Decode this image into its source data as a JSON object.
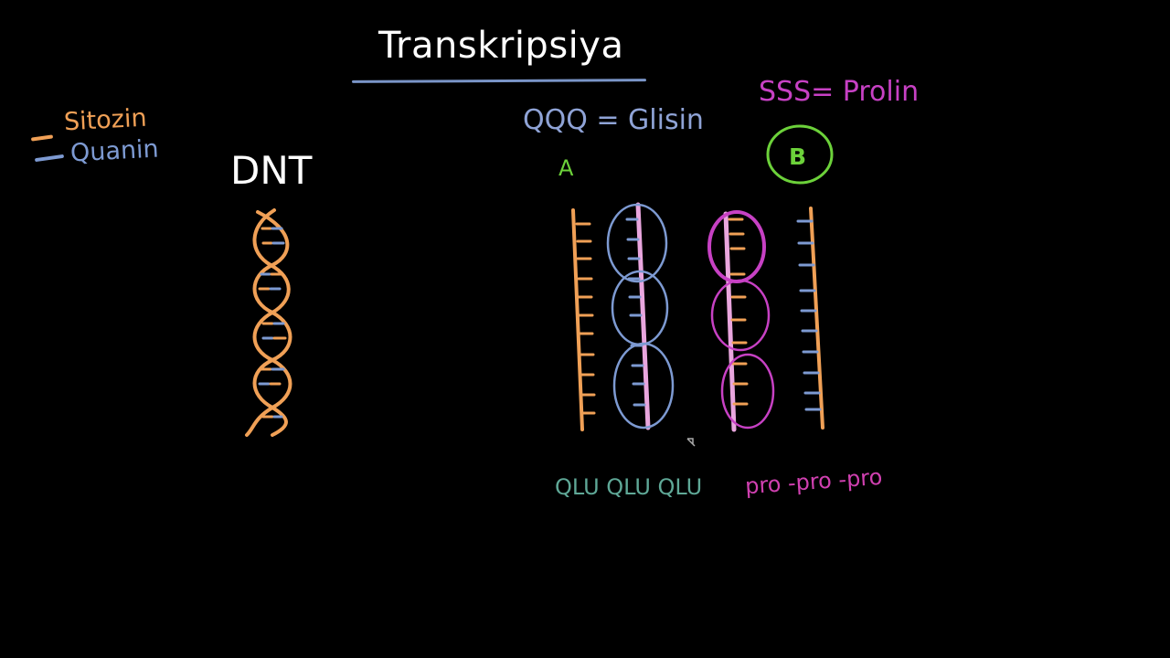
{
  "title": "Transkripsiya",
  "legend": {
    "cytosine": "Sitozin",
    "guanine": "Quanin"
  },
  "dna_label": "DNT",
  "codon_glycine": "QQQ = Glisin",
  "codon_proline": "SSS= Prolin",
  "label_a": "A",
  "label_b": "B",
  "glycine_chain": "QLU QLU QLU",
  "proline_chain": "pro -pro -pro",
  "colors": {
    "background": "#000000",
    "cytosine": "#f0a056",
    "guanine": "#7d9ad2",
    "rna_strand": "#e9a6de",
    "magenta": "#c741c4",
    "green": "#6cd13a"
  }
}
